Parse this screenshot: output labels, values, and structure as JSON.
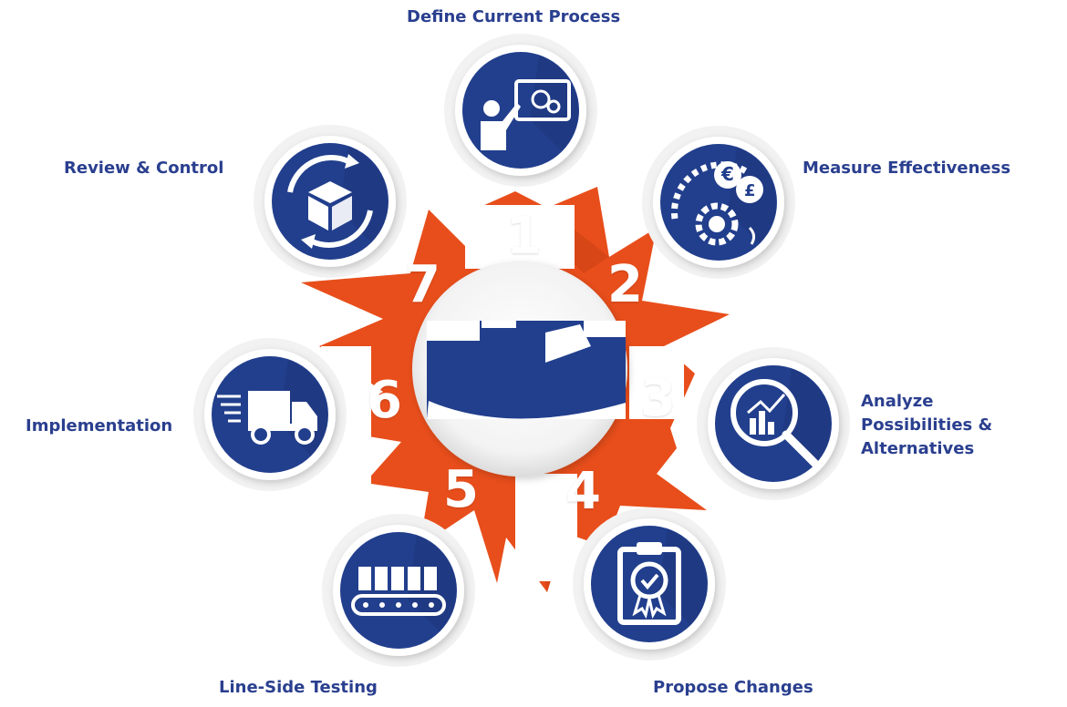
{
  "colors": {
    "brand_blue": "#223f8d",
    "accent_orange": "#e84e1b",
    "step_circle_bg": "#f2f2f2"
  },
  "steps": [
    {
      "number": "1",
      "label": "Define Current Process",
      "icon": "presentation-gears-icon"
    },
    {
      "number": "2",
      "label": "Measure Effectiveness",
      "icon": "currency-gauge-gear-icon"
    },
    {
      "number": "3",
      "label": "Analyze Possibilities & Alternatives",
      "icon": "magnifier-chart-icon"
    },
    {
      "number": "4",
      "label": "Propose Changes",
      "icon": "clipboard-badge-icon"
    },
    {
      "number": "5",
      "label": "Line-Side Testing",
      "icon": "conveyor-belt-icon"
    },
    {
      "number": "6",
      "label": "Implementation",
      "icon": "delivery-truck-icon"
    },
    {
      "number": "7",
      "label": "Review & Control",
      "icon": "box-cycle-icon"
    }
  ],
  "center": {
    "icon": "center-logo-icon"
  }
}
